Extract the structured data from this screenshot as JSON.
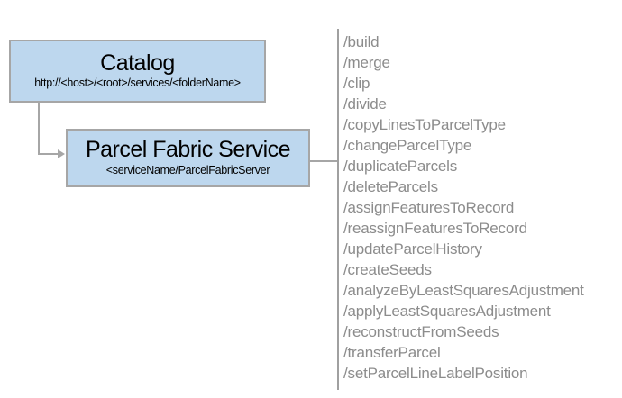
{
  "diagram": {
    "catalog_node": {
      "title": "Catalog",
      "subtitle": "http://<host>/<root>/services/<folderName>"
    },
    "service_node": {
      "title": "Parcel Fabric Service",
      "subtitle": "<serviceName/ParcelFabricServer"
    }
  },
  "endpoints": {
    "list": [
      "/build",
      "/merge",
      "/clip",
      "/divide",
      "/copyLinesToParcelType",
      "/changeParcelType",
      "/duplicateParcels",
      "/deleteParcels",
      "/assignFeaturesToRecord",
      "/reassignFeaturesToRecord",
      "/updateParcelHistory",
      "/createSeeds",
      "/analyzeByLeastSquaresAdjustment",
      "/applyLeastSquaresAdjustment",
      "/reconstructFromSeeds",
      "/transferParcel",
      "/setParcelLineLabelPosition"
    ]
  },
  "colors": {
    "box_fill": "#BDD7EE",
    "box_border": "#A6A6A6",
    "connector": "#A6A6A6",
    "divider": "#A0A0A0",
    "endpoint_text": "#8C8C8C",
    "box_text": "#000000",
    "background": "#FFFFFF"
  }
}
